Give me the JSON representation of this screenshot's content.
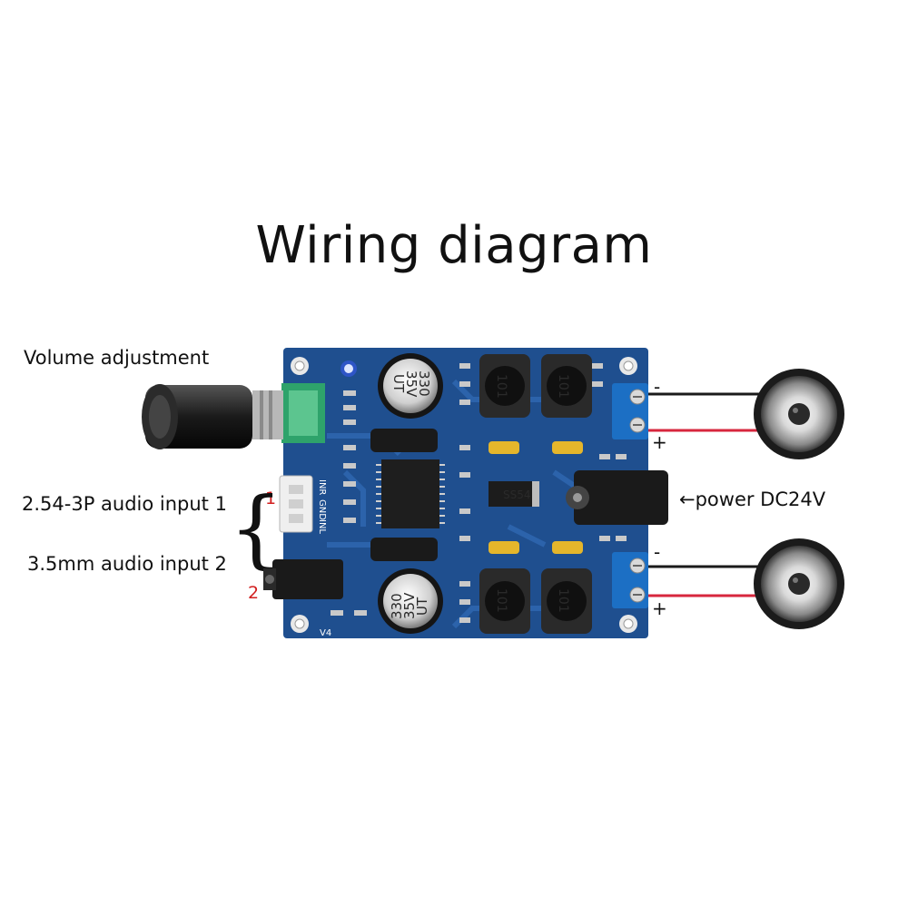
{
  "diagram": {
    "title": "Wiring diagram",
    "labels": {
      "volume": "Volume adjustment",
      "input1": "2.54-3P audio input 1",
      "input2": "3.5mm audio input 2",
      "power": "←power DC24V",
      "input1_number": "1",
      "input2_number": "2"
    },
    "terminals": {
      "top_minus": "-",
      "top_plus": "+",
      "bottom_minus": "-",
      "bottom_plus": "+"
    },
    "board_markings": {
      "cap_top": [
        "330",
        "35V",
        "UT"
      ],
      "cap_bottom": [
        "330",
        "35V",
        "UT"
      ],
      "inductor": "101",
      "diode": "SS54",
      "connector_pins": [
        "INR",
        "GND",
        "INL"
      ],
      "version": "V4"
    },
    "colors": {
      "board": "#1f4f8f",
      "trace": "#2c63ab",
      "terminal": "#1c6fc4",
      "wire_negative": "#1a1a1a",
      "wire_positive": "#d7263d",
      "number_red": "#d21f1f"
    }
  }
}
